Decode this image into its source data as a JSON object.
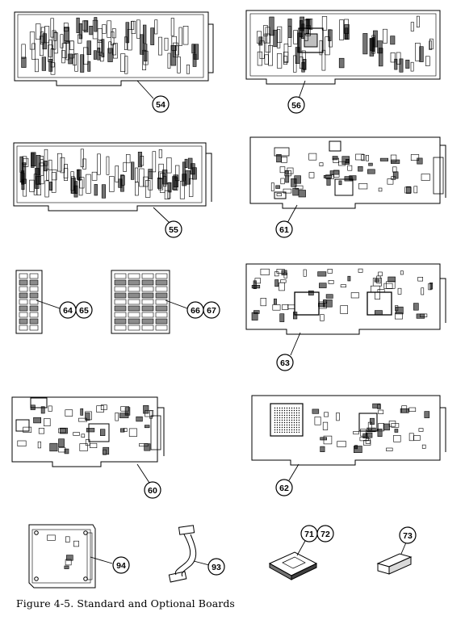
{
  "caption": "Figure 4-5.  Standard and Optional Boards",
  "callouts": {
    "c54": "54",
    "c55": "55",
    "c56": "56",
    "c60": "60",
    "c61": "61",
    "c62": "62",
    "c63": "63",
    "c64": "64",
    "c65": "65",
    "c66": "66",
    "c67": "67",
    "c71": "71",
    "c72": "72",
    "c73": "73",
    "c93": "93",
    "c94": "94"
  }
}
